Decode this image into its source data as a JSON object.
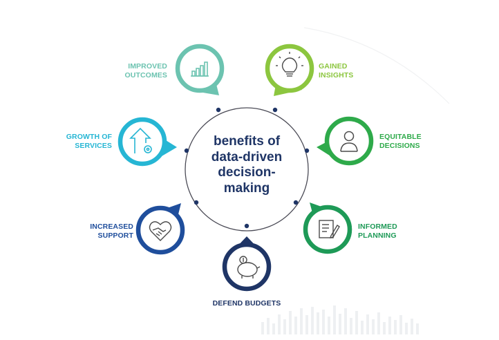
{
  "center": {
    "lines": [
      "benefits of",
      "data-driven",
      "decision-",
      "making"
    ],
    "color": "#1f3566"
  },
  "nodes": [
    {
      "id": "improved-outcomes",
      "lines": [
        "IMPROVED",
        "OUTCOMES"
      ],
      "icon": "bar-chart-icon",
      "color": "#6cc3b0"
    },
    {
      "id": "gained-insights",
      "lines": [
        "GAINED",
        "INSIGHTS"
      ],
      "icon": "lightbulb-icon",
      "color": "#8cc63f"
    },
    {
      "id": "growth-of-services",
      "lines": [
        "GROWTH OF",
        "SERVICES"
      ],
      "icon": "growth-arrow-gear-icon",
      "color": "#26b6d4"
    },
    {
      "id": "equitable-decisions",
      "lines": [
        "EQUITABLE",
        "DECISIONS"
      ],
      "icon": "person-icon",
      "color": "#2eaa4a"
    },
    {
      "id": "increased-support",
      "lines": [
        "INCREASED",
        "SUPPORT"
      ],
      "icon": "handshake-heart-icon",
      "color": "#1f4e9c"
    },
    {
      "id": "informed-planning",
      "lines": [
        "INFORMED",
        "PLANNING"
      ],
      "icon": "checklist-icon",
      "color": "#1e9a57"
    },
    {
      "id": "defend-budgets",
      "lines": [
        "DEFEND BUDGETS"
      ],
      "icon": "piggy-bank-icon",
      "color": "#1f3566"
    }
  ]
}
